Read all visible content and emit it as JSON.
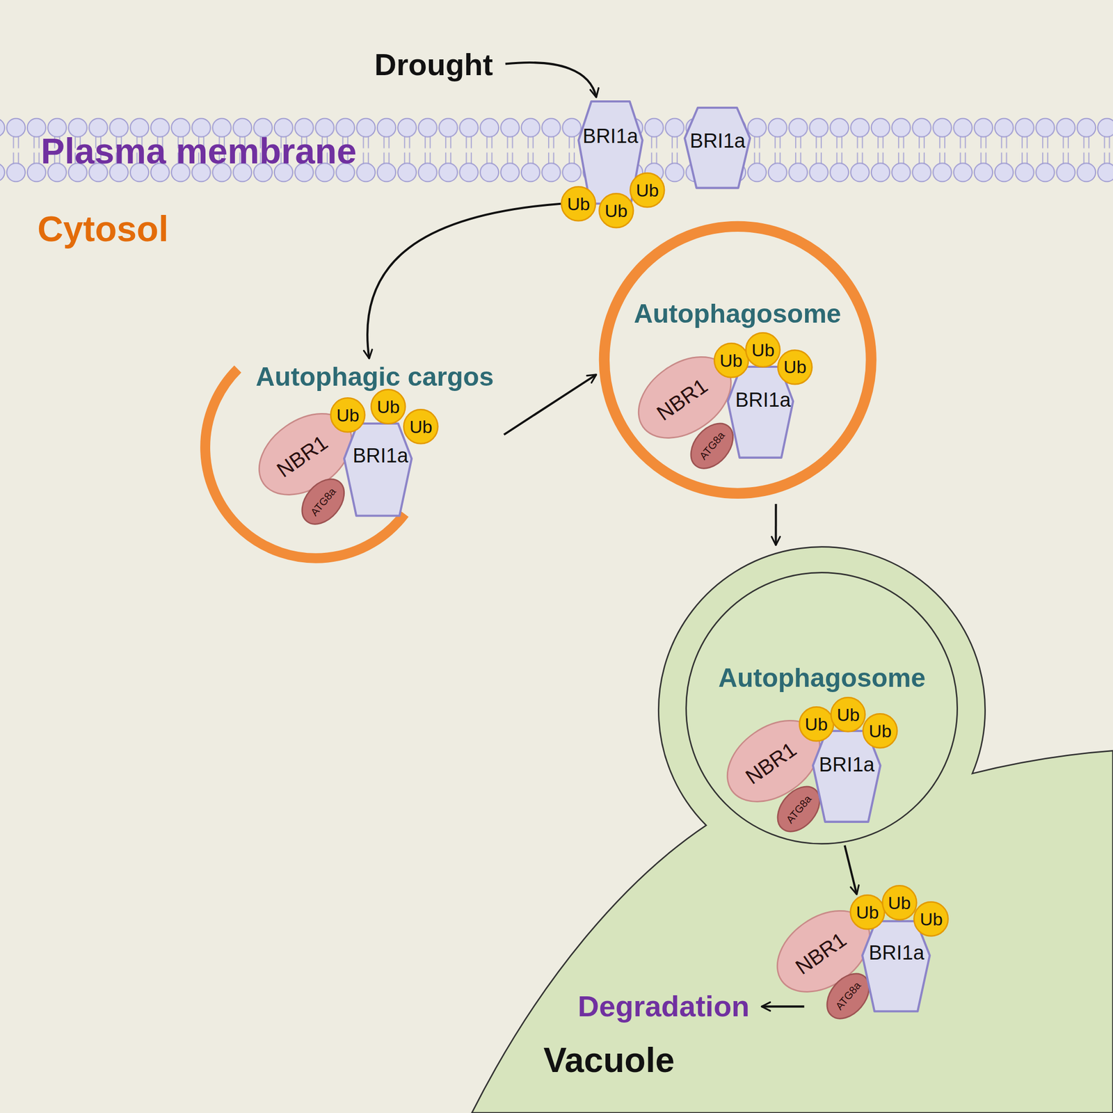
{
  "diagram": {
    "nodes": [
      {
        "text": [
          "Plasma membrane"
        ]
      },
      {
        "text": [
          "BRI1a"
        ],
        "in": 0
      },
      {
        "text": [
          "Ub"
        ]
      },
      {
        "text": [
          "Ub"
        ]
      },
      {
        "text": [
          "Ub"
        ]
      },
      {
        "text": [
          "BRI1a"
        ],
        "in": 0
      },
      {
        "text": [
          "Autophagic cargos"
        ]
      },
      {
        "text": [
          "NBR1"
        ],
        "in": 6
      },
      {
        "text": [
          "ATG8a"
        ],
        "in": 6
      },
      {
        "text": [
          "BRI1a"
        ],
        "in": 6
      },
      {
        "text": [
          "Ub"
        ],
        "in": 6
      },
      {
        "text": [
          "Ub"
        ],
        "in": 6
      },
      {
        "text": [
          "Ub"
        ],
        "in": 6
      },
      {
        "text": [
          "Autophagosome"
        ]
      },
      {
        "text": [
          "NBR1"
        ],
        "in": 13
      },
      {
        "text": [
          "ATG8a"
        ],
        "in": 13
      },
      {
        "text": [
          "BRI1a"
        ],
        "in": 13
      },
      {
        "text": [
          "Ub"
        ],
        "in": 13
      },
      {
        "text": [
          "Ub"
        ],
        "in": 13
      },
      {
        "text": [
          "Ub"
        ],
        "in": 13
      },
      {
        "text": [
          "Vacuole"
        ]
      },
      {
        "text": [
          "Autophagosome"
        ],
        "in": 20
      },
      {
        "text": [
          "NBR1"
        ],
        "in": 21
      },
      {
        "text": [
          "ATG8a"
        ],
        "in": 21
      },
      {
        "text": [
          "BRI1a"
        ],
        "in": 21
      },
      {
        "text": [
          "Ub"
        ],
        "in": 21
      },
      {
        "text": [
          "Ub"
        ],
        "in": 21
      },
      {
        "text": [
          "Ub"
        ],
        "in": 21
      },
      {
        "text": [
          "NBR1"
        ],
        "in": 20
      },
      {
        "text": [
          "ATG8a"
        ],
        "in": 20
      },
      {
        "text": [
          "BRI1a"
        ],
        "in": 20
      },
      {
        "text": [
          "Ub"
        ],
        "in": 20
      },
      {
        "text": [
          "Ub"
        ],
        "in": 20
      },
      {
        "text": [
          "Ub"
        ],
        "in": 20
      }
    ],
    "edges": [
      {
        "from": 2,
        "to": 6,
        "arrow": "to"
      },
      {
        "from": 6,
        "to": 13,
        "arrow": "to"
      },
      {
        "from": 13,
        "to": 20,
        "arrow": "to"
      },
      {
        "from": 21,
        "to": 31,
        "arrow": "to"
      }
    ],
    "labels": [
      "Drought",
      "Cytosol",
      "Degradation"
    ]
  }
}
